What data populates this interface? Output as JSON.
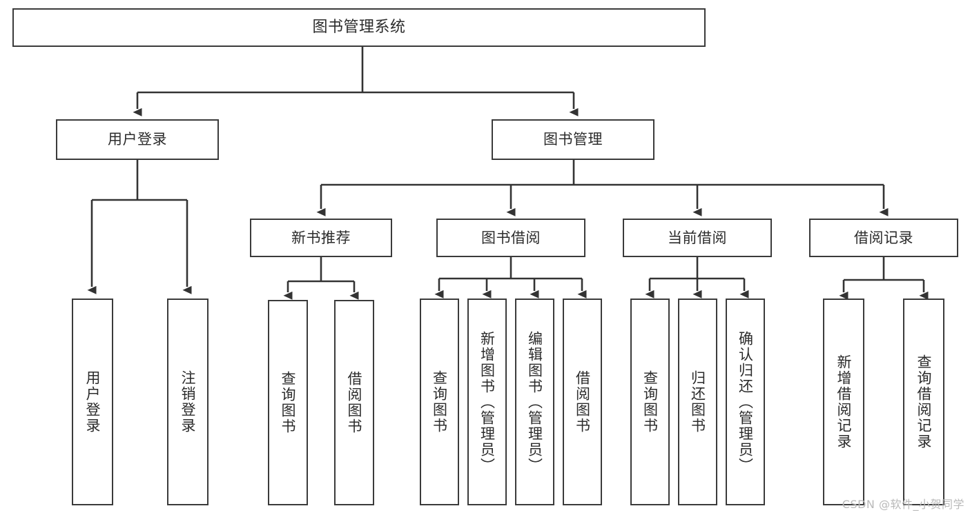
{
  "diagram": {
    "type": "tree",
    "title": "图书管理系统",
    "watermark": "CSDN @软件_小贺同学",
    "colors": {
      "box_border": "#3a3a3a",
      "box_fill": "#ffffff",
      "connector": "#333333",
      "text": "#2b2b2b",
      "watermark": "#b9b9b9"
    },
    "nodes": {
      "root": {
        "label": "图书管理系统",
        "level": 1,
        "orientation": "horizontal"
      },
      "l2": [
        {
          "id": "user-login",
          "label": "用户登录",
          "level": 2,
          "orientation": "horizontal"
        },
        {
          "id": "book-manage",
          "label": "图书管理",
          "level": 2,
          "orientation": "horizontal"
        }
      ],
      "l3": [
        {
          "id": "new-book-recommend",
          "label": "新书推荐",
          "level": 3,
          "orientation": "horizontal",
          "parent": "book-manage"
        },
        {
          "id": "book-borrow",
          "label": "图书借阅",
          "level": 3,
          "orientation": "horizontal",
          "parent": "book-manage"
        },
        {
          "id": "current-borrow",
          "label": "当前借阅",
          "level": 3,
          "orientation": "horizontal",
          "parent": "book-manage"
        },
        {
          "id": "borrow-record",
          "label": "借阅记录",
          "level": 3,
          "orientation": "horizontal",
          "parent": "book-manage"
        }
      ],
      "leaves": [
        {
          "id": "leaf-user-login",
          "label": "用户登录",
          "parent": "user-login",
          "orientation": "vertical"
        },
        {
          "id": "leaf-logout",
          "label": "注销登录",
          "parent": "user-login",
          "orientation": "vertical"
        },
        {
          "id": "leaf-query-book-1",
          "label": "查询图书",
          "parent": "new-book-recommend",
          "orientation": "vertical"
        },
        {
          "id": "leaf-borrow-book-1",
          "label": "借阅图书",
          "parent": "new-book-recommend",
          "orientation": "vertical"
        },
        {
          "id": "leaf-query-book-2",
          "label": "查询图书",
          "parent": "book-borrow",
          "orientation": "vertical"
        },
        {
          "id": "leaf-add-book",
          "label": "新增图书（管理员）",
          "parent": "book-borrow",
          "orientation": "vertical"
        },
        {
          "id": "leaf-edit-book",
          "label": "编辑图书（管理员）",
          "parent": "book-borrow",
          "orientation": "vertical"
        },
        {
          "id": "leaf-borrow-book-2",
          "label": "借阅图书",
          "parent": "book-borrow",
          "orientation": "vertical"
        },
        {
          "id": "leaf-query-book-3",
          "label": "查询图书",
          "parent": "current-borrow",
          "orientation": "vertical"
        },
        {
          "id": "leaf-return-book",
          "label": "归还图书",
          "parent": "current-borrow",
          "orientation": "vertical"
        },
        {
          "id": "leaf-confirm-return",
          "label": "确认归还（管理员）",
          "parent": "current-borrow",
          "orientation": "vertical"
        },
        {
          "id": "leaf-add-record",
          "label": "新增借阅记录",
          "parent": "borrow-record",
          "orientation": "vertical"
        },
        {
          "id": "leaf-query-record",
          "label": "查询借阅记录",
          "parent": "borrow-record",
          "orientation": "vertical"
        }
      ]
    }
  }
}
